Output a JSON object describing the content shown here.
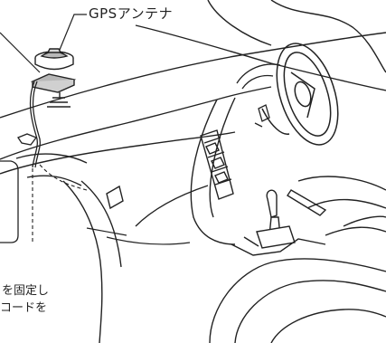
{
  "labels": {
    "gps_antenna": "GPSアンテナ"
  },
  "notes": {
    "line1": "を固定し",
    "line2": "コードを"
  },
  "colors": {
    "stroke": "#222222",
    "background": "#ffffff",
    "antenna_fill": "#b8b8b8"
  },
  "icons": {
    "antenna": "gps-antenna-icon"
  }
}
